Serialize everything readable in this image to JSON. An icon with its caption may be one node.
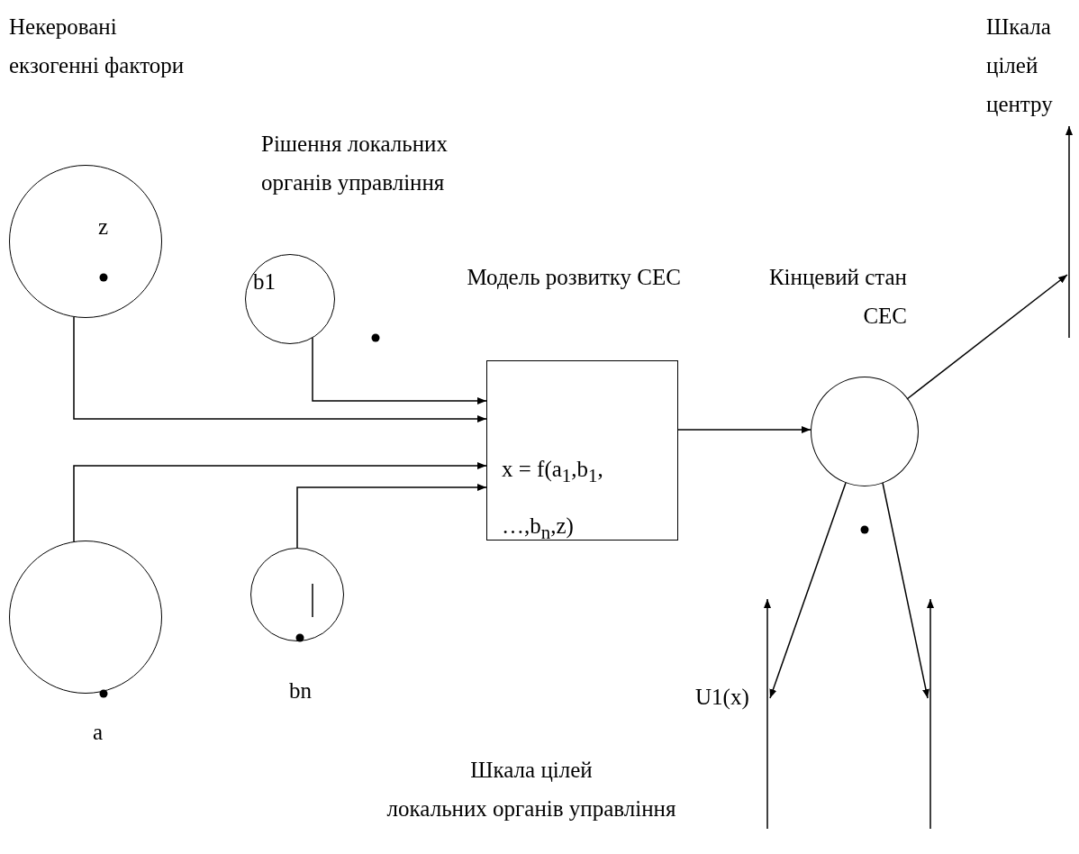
{
  "diagram": {
    "nodes": [
      {
        "text": [
          "z"
        ]
      },
      {
        "text": [
          "b1"
        ]
      },
      {
        "text": [],
        "shape": "circle",
        "beside": [
          "bn"
        ]
      },
      {
        "text": [],
        "shape": "circle",
        "beside": [
          "a"
        ]
      },
      {
        "text": [
          "Модель розвитку СЕС",
          "x = f(a$_{1}$,b$_{1}$, …,b$_{n}$,z)"
        ]
      },
      {
        "text": [
          "Кінцевий стан СЕС"
        ]
      }
    ],
    "edges": [
      {
        "from": 0,
        "to": 4,
        "arrow": "to"
      },
      {
        "from": 1,
        "to": 4,
        "arrow": "to"
      },
      {
        "from": 3,
        "to": 4,
        "arrow": "to"
      },
      {
        "from": 2,
        "to": 4,
        "arrow": "to"
      },
      {
        "from": 4,
        "to": 5,
        "arrow": "to"
      },
      {
        "from": 5,
        "to": null,
        "arrow": "to"
      },
      {
        "from": 5,
        "to": null,
        "arrow": "to"
      },
      {
        "from": 5,
        "to": null,
        "arrow": "to"
      }
    ],
    "labels": [
      "Некеровані екзогенні фактори",
      "Шкала цілей центру",
      "Рішення локальних органів управління",
      "U1(x)",
      "Шкала цілей локальних органів управління"
    ]
  }
}
